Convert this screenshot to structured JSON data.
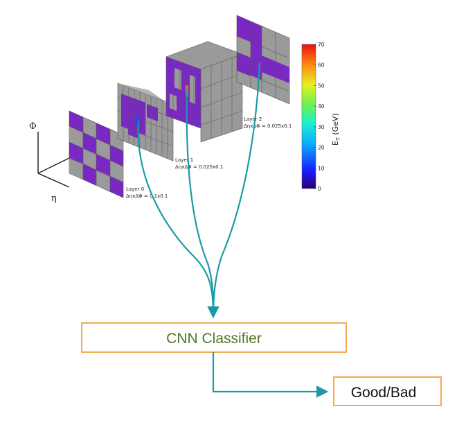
{
  "axes": {
    "phi": "Φ",
    "eta": "η"
  },
  "layers": [
    {
      "name": "Layer 0",
      "granularity": "ΔηxΔΦ = 0.1x0.1"
    },
    {
      "name": "Layer 1",
      "granularity": "ΔηxΔΦ = 0.025x0.1"
    },
    {
      "name": "Layer 2",
      "granularity": "ΔηxΔΦ = 0.025x0.1"
    }
  ],
  "colorbar": {
    "label": "E_T (GeV)",
    "label_main": "E",
    "label_sub": "T",
    "label_unit": " (GeV)",
    "ticks": [
      "0",
      "10",
      "20",
      "30",
      "40",
      "50",
      "60",
      "70"
    ],
    "range": [
      0,
      70
    ]
  },
  "classifier": {
    "label": "CNN Classifier"
  },
  "output": {
    "label": "Good/Bad"
  },
  "colors": {
    "arrow": "#1a9aa8",
    "box_border": "#f6a94b",
    "classifier_text": "#4e7a23",
    "cell_empty": "#7a28c4",
    "cell_gray": "#9a9a9a"
  }
}
